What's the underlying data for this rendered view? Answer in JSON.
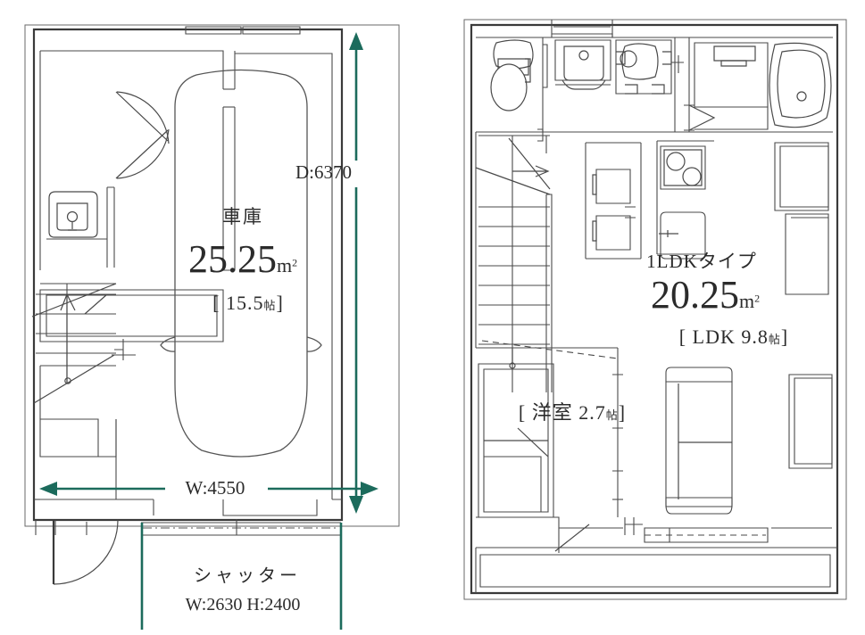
{
  "document": {
    "kind": "floor-plan",
    "units_count": 2,
    "accent_color": "#1c6b5c",
    "line_color": "#3a3a3a",
    "text_color": "#2b2b2b",
    "background": "#ffffff"
  },
  "left_plan": {
    "name": "garage-floor-plan",
    "room_label": "車庫",
    "area_value": "25.25",
    "area_unit": "m",
    "area_unit_sup": "2",
    "tatami_open": "[",
    "tatami_value": "15.5",
    "tatami_unit": "帖",
    "tatami_close": "]",
    "depth_dim": "D:6370",
    "width_dim": "W:4550",
    "shutter_label": "シャッター",
    "shutter_dim": "W:2630 H:2400",
    "fixtures": [
      "car-outline",
      "entrance-door",
      "staircase",
      "washbasin",
      "shoe-cabinet",
      "shutter"
    ]
  },
  "right_plan": {
    "name": "residence-floor-plan",
    "type_label": "1LDKタイプ",
    "area_value": "20.25",
    "area_unit": "m",
    "area_unit_sup": "2",
    "ldk_open": "[",
    "ldk_label": "LDK",
    "ldk_value": "9.8",
    "ldk_unit": "帖",
    "ldk_close": "]",
    "bedroom_open": "[",
    "bedroom_label": "洋室",
    "bedroom_value": "2.7",
    "bedroom_unit": "帖",
    "bedroom_close": "]",
    "fixtures": [
      "toilet",
      "vanity-sink",
      "washing-machine",
      "bathtub",
      "kitchen-stove",
      "kitchen-sink",
      "refrigerator",
      "staircase",
      "dining-table",
      "dining-chairs",
      "sofa",
      "bed",
      "balcony",
      "closet"
    ]
  }
}
